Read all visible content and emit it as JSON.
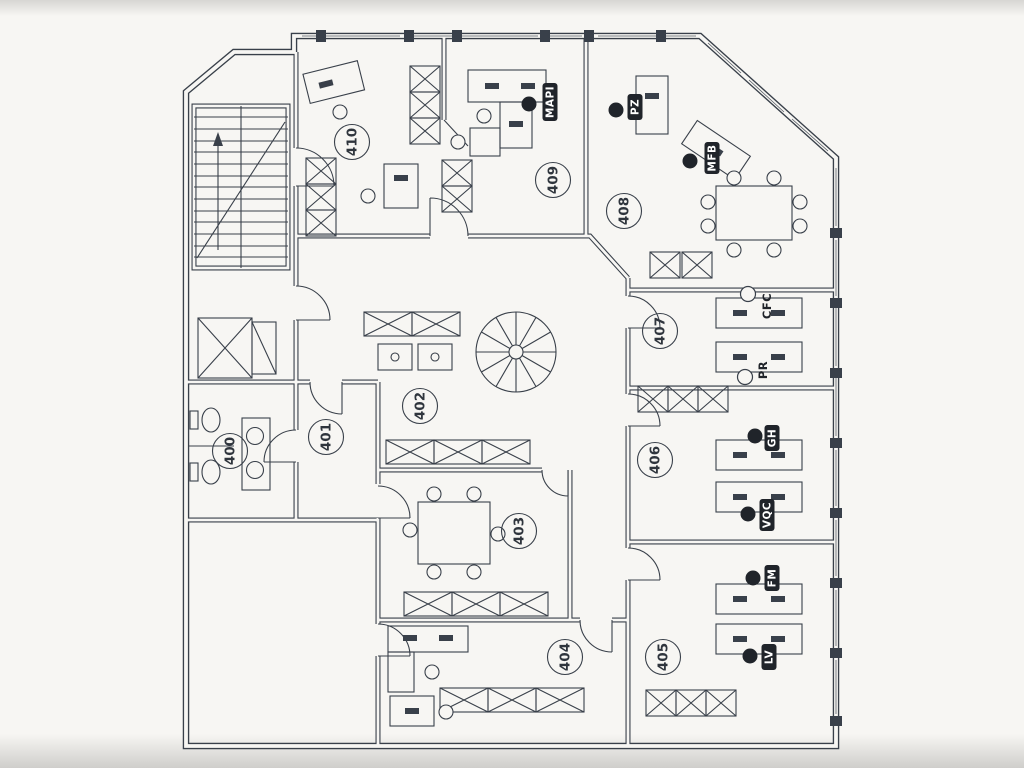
{
  "colors": {
    "ink": "#39404a",
    "paper": "#f7f6f3"
  },
  "rooms": [
    {
      "id": "400"
    },
    {
      "id": "401"
    },
    {
      "id": "402"
    },
    {
      "id": "403"
    },
    {
      "id": "404"
    },
    {
      "id": "405"
    },
    {
      "id": "406"
    },
    {
      "id": "407"
    },
    {
      "id": "408"
    },
    {
      "id": "409"
    },
    {
      "id": "410"
    }
  ],
  "people": [
    {
      "id": "MAPI"
    },
    {
      "id": "PZ"
    },
    {
      "id": "MFB"
    },
    {
      "id": "CFC"
    },
    {
      "id": "PR"
    },
    {
      "id": "GH"
    },
    {
      "id": "VQC"
    },
    {
      "id": "FM"
    },
    {
      "id": "LV"
    }
  ]
}
